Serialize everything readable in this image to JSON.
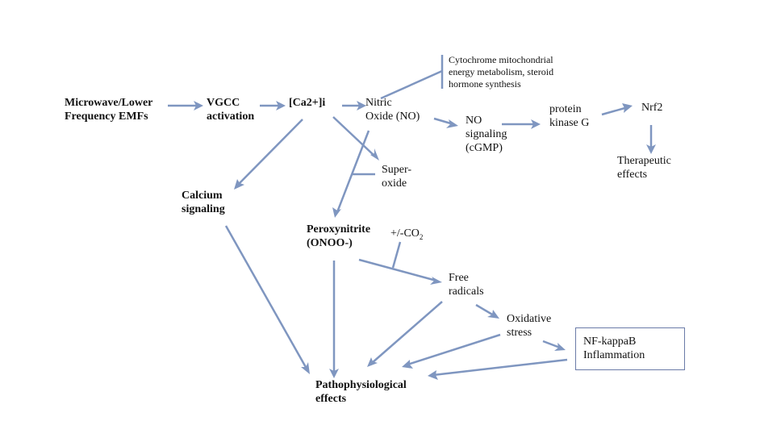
{
  "title": "EMF-induced VGCC activation pathway diagram",
  "colors": {
    "arrow": "#7f96c0",
    "text": "#111111",
    "box_border": "#6b7ba8",
    "background": "#ffffff"
  },
  "nodes": {
    "emf": {
      "line1": "Microwave/Lower",
      "line2": "Frequency EMFs"
    },
    "vgcc": {
      "line1": "VGCC",
      "line2": "activation"
    },
    "ca": {
      "line1": "[Ca2+]i"
    },
    "no": {
      "line1": "Nitric",
      "line2": "Oxide (NO)"
    },
    "cyto": {
      "line1": "Cytochrome  mitochondrial",
      "line2": "energy metabolism, steroid",
      "line3": "hormone synthesis"
    },
    "nosig": {
      "line1": "NO",
      "line2": "signaling",
      "line3": "(cGMP)"
    },
    "pkg": {
      "line1": "protein",
      "line2": "kinase G"
    },
    "nrf2": {
      "line1": "Nrf2"
    },
    "thera": {
      "line1": "Therapeutic",
      "line2": "effects"
    },
    "superoxide": {
      "line1": "Super-",
      "line2": "oxide"
    },
    "calcium": {
      "line1": "Calcium",
      "line2": "signaling"
    },
    "perox": {
      "line1": "Peroxynitrite",
      "line2": "(ONOO-)"
    },
    "co2": {
      "prefix": "+/-CO",
      "sub": "2"
    },
    "free": {
      "line1": "Free",
      "line2": "radicals"
    },
    "oxid": {
      "line1": "Oxidative",
      "line2": "stress"
    },
    "nfkb": {
      "line1": "NF-kappaB",
      "line2": "Inflammation"
    },
    "patho": {
      "line1": "Pathophysiological",
      "line2": "effects"
    }
  },
  "edges": [
    {
      "from": "emf",
      "to": "vgcc",
      "type": "arrow"
    },
    {
      "from": "vgcc",
      "to": "ca",
      "type": "arrow"
    },
    {
      "from": "ca",
      "to": "no",
      "type": "arrow"
    },
    {
      "from": "no",
      "to": "cyto",
      "type": "inhibition"
    },
    {
      "from": "no",
      "to": "nosig",
      "type": "arrow"
    },
    {
      "from": "nosig",
      "to": "pkg",
      "type": "arrow"
    },
    {
      "from": "pkg",
      "to": "nrf2",
      "type": "arrow"
    },
    {
      "from": "nrf2",
      "to": "thera",
      "type": "arrow"
    },
    {
      "from": "ca",
      "to": "superoxide",
      "type": "arrow"
    },
    {
      "from": "ca",
      "to": "calcium",
      "type": "arrow"
    },
    {
      "from": "no",
      "to": "perox",
      "type": "arrow",
      "joined_by": "superoxide"
    },
    {
      "from": "calcium",
      "to": "patho",
      "type": "arrow"
    },
    {
      "from": "perox",
      "to": "free",
      "type": "arrow",
      "modifier": "co2"
    },
    {
      "from": "perox",
      "to": "patho",
      "type": "arrow"
    },
    {
      "from": "free",
      "to": "oxid",
      "type": "arrow"
    },
    {
      "from": "free",
      "to": "patho",
      "type": "arrow"
    },
    {
      "from": "oxid",
      "to": "nfkb",
      "type": "arrow"
    },
    {
      "from": "oxid",
      "to": "patho",
      "type": "arrow"
    },
    {
      "from": "nfkb",
      "to": "patho",
      "type": "arrow"
    }
  ]
}
